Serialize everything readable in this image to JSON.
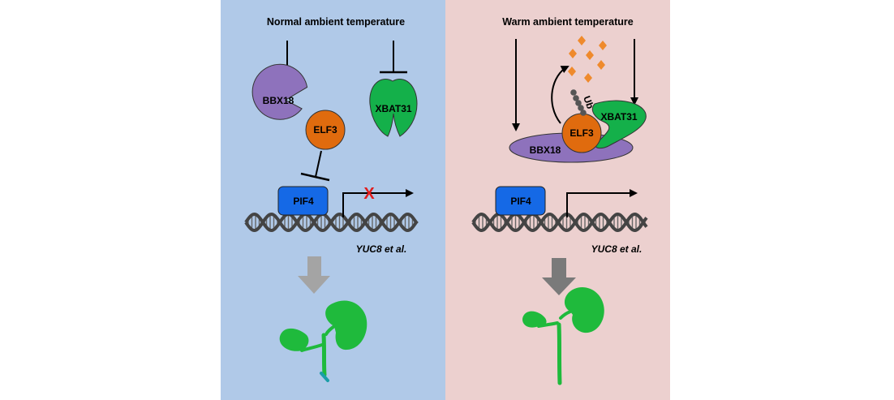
{
  "left_panel": {
    "title": "Normal ambient temperature",
    "bg_color": "#b0c9e8",
    "bbx18": "BBX18",
    "xbat31": "XBAT31",
    "elf3": "ELF3",
    "pif4": "PIF4",
    "target_genes": "YUC8 et al.",
    "transcription_blocked_mark": "X"
  },
  "right_panel": {
    "title": "Warm ambient temperature",
    "bg_color": "#ecd0cf",
    "bbx18": "BBX18",
    "xbat31": "XBAT31",
    "elf3": "ELF3",
    "ub": "Ub",
    "pif4": "PIF4",
    "target_genes": "YUC8 et al."
  },
  "colors": {
    "bbx18": "#8e72bc",
    "xbat31": "#14b04a",
    "elf3": "#e06b0e",
    "pif4": "#1569e6",
    "degradation_fragments": "#ef8a2c",
    "dna": "#444444",
    "plant": "#1fba3c",
    "red_x": "#e11d1d"
  }
}
